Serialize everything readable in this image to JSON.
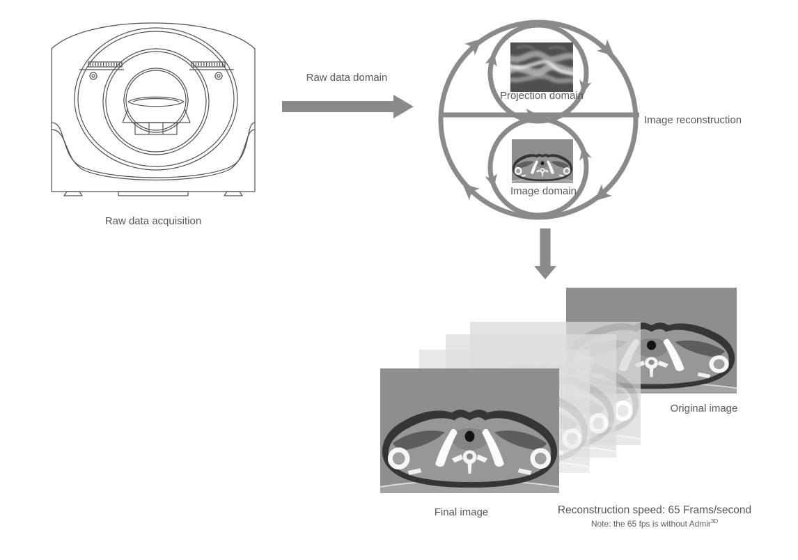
{
  "palette": {
    "arrow_gray": "#8a8a8a",
    "text_gray": "#575757",
    "outline_gray": "#4f4f4f"
  },
  "scanner": {
    "caption": "Raw data acquisition"
  },
  "raw_data_flow": {
    "label": "Raw data domain"
  },
  "reconstruction_loop": {
    "projection_caption": "Projection domain",
    "image_caption": "Image domain",
    "side_label": "Image reconstruction"
  },
  "image_stack": {
    "original_caption": "Original image",
    "final_caption": "Final image",
    "speed_text": "Reconstruction speed: 65 Frams/second",
    "note_text": "Note: the 65 fps is without Admir",
    "note_superscript": "3D"
  }
}
